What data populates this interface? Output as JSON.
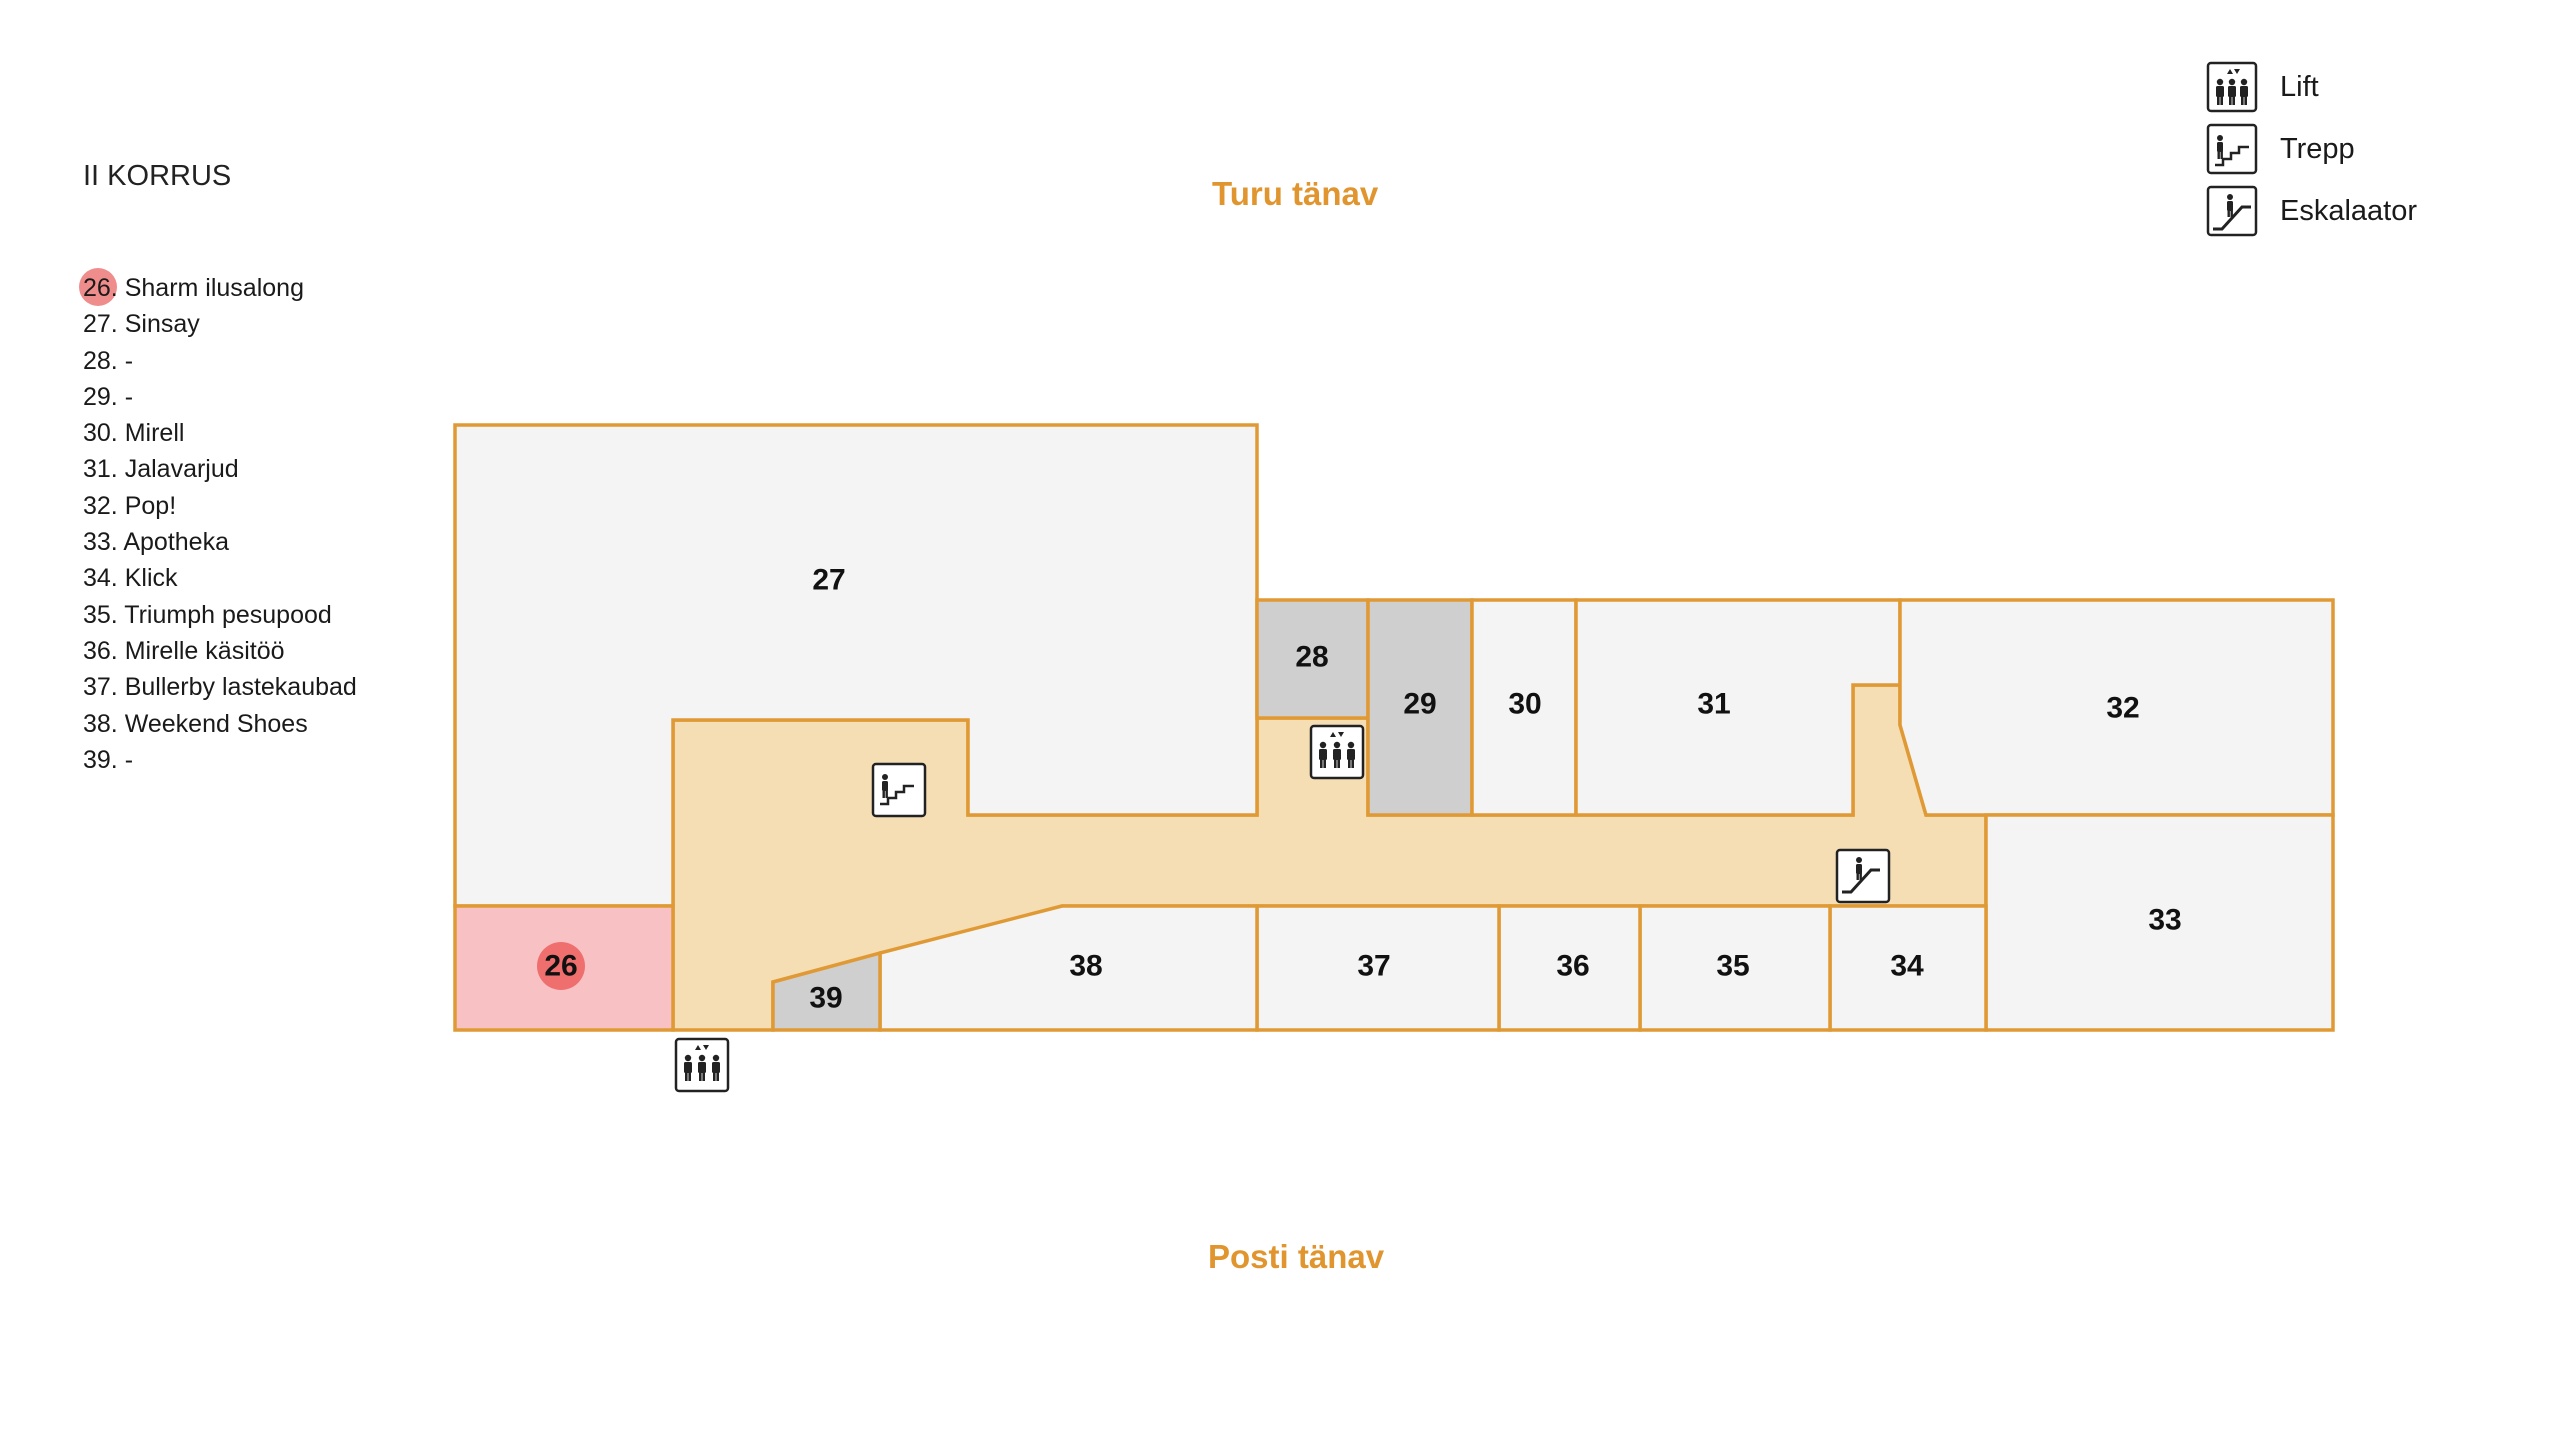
{
  "floor_title": "II KORRUS",
  "streets": {
    "top": "Turu tänav",
    "bottom": "Posti tänav"
  },
  "legend": [
    {
      "icon": "elevator-icon",
      "label": "Lift"
    },
    {
      "icon": "stairs-icon",
      "label": "Trepp"
    },
    {
      "icon": "escalator-icon",
      "label": "Eskalaator"
    }
  ],
  "stores": [
    {
      "number": "26.",
      "name": "Sharm ilusalong",
      "highlighted": true
    },
    {
      "number": "27.",
      "name": "Sinsay"
    },
    {
      "number": "28.",
      "name": "-"
    },
    {
      "number": "29.",
      "name": "-"
    },
    {
      "number": "30.",
      "name": "Mirell"
    },
    {
      "number": "31.",
      "name": "Jalavarjud"
    },
    {
      "number": "32.",
      "name": "Pop!"
    },
    {
      "number": "33.",
      "name": "Apotheka"
    },
    {
      "number": "34.",
      "name": "Klick"
    },
    {
      "number": "35.",
      "name": "Triumph pesupood"
    },
    {
      "number": "36.",
      "name": "Mirelle käsitöö"
    },
    {
      "number": "37.",
      "name": "Bullerby lastekaubad"
    },
    {
      "number": "38.",
      "name": "Weekend Shoes"
    },
    {
      "number": "39.",
      "name": "-"
    }
  ],
  "map_units": {
    "u26": "26",
    "u27": "27",
    "u28": "28",
    "u29": "29",
    "u30": "30",
    "u31": "31",
    "u32": "32",
    "u33": "33",
    "u34": "34",
    "u35": "35",
    "u36": "36",
    "u37": "37",
    "u38": "38",
    "u39": "39"
  },
  "colors": {
    "outline": "#e09a35",
    "shop": "#f4f4f4",
    "corridor": "#f5ddb4",
    "service": "#cfcfcf",
    "highlight": "#f8c1c3",
    "highlight_marker": "#ef6f6f",
    "street_label": "#e0952f"
  }
}
